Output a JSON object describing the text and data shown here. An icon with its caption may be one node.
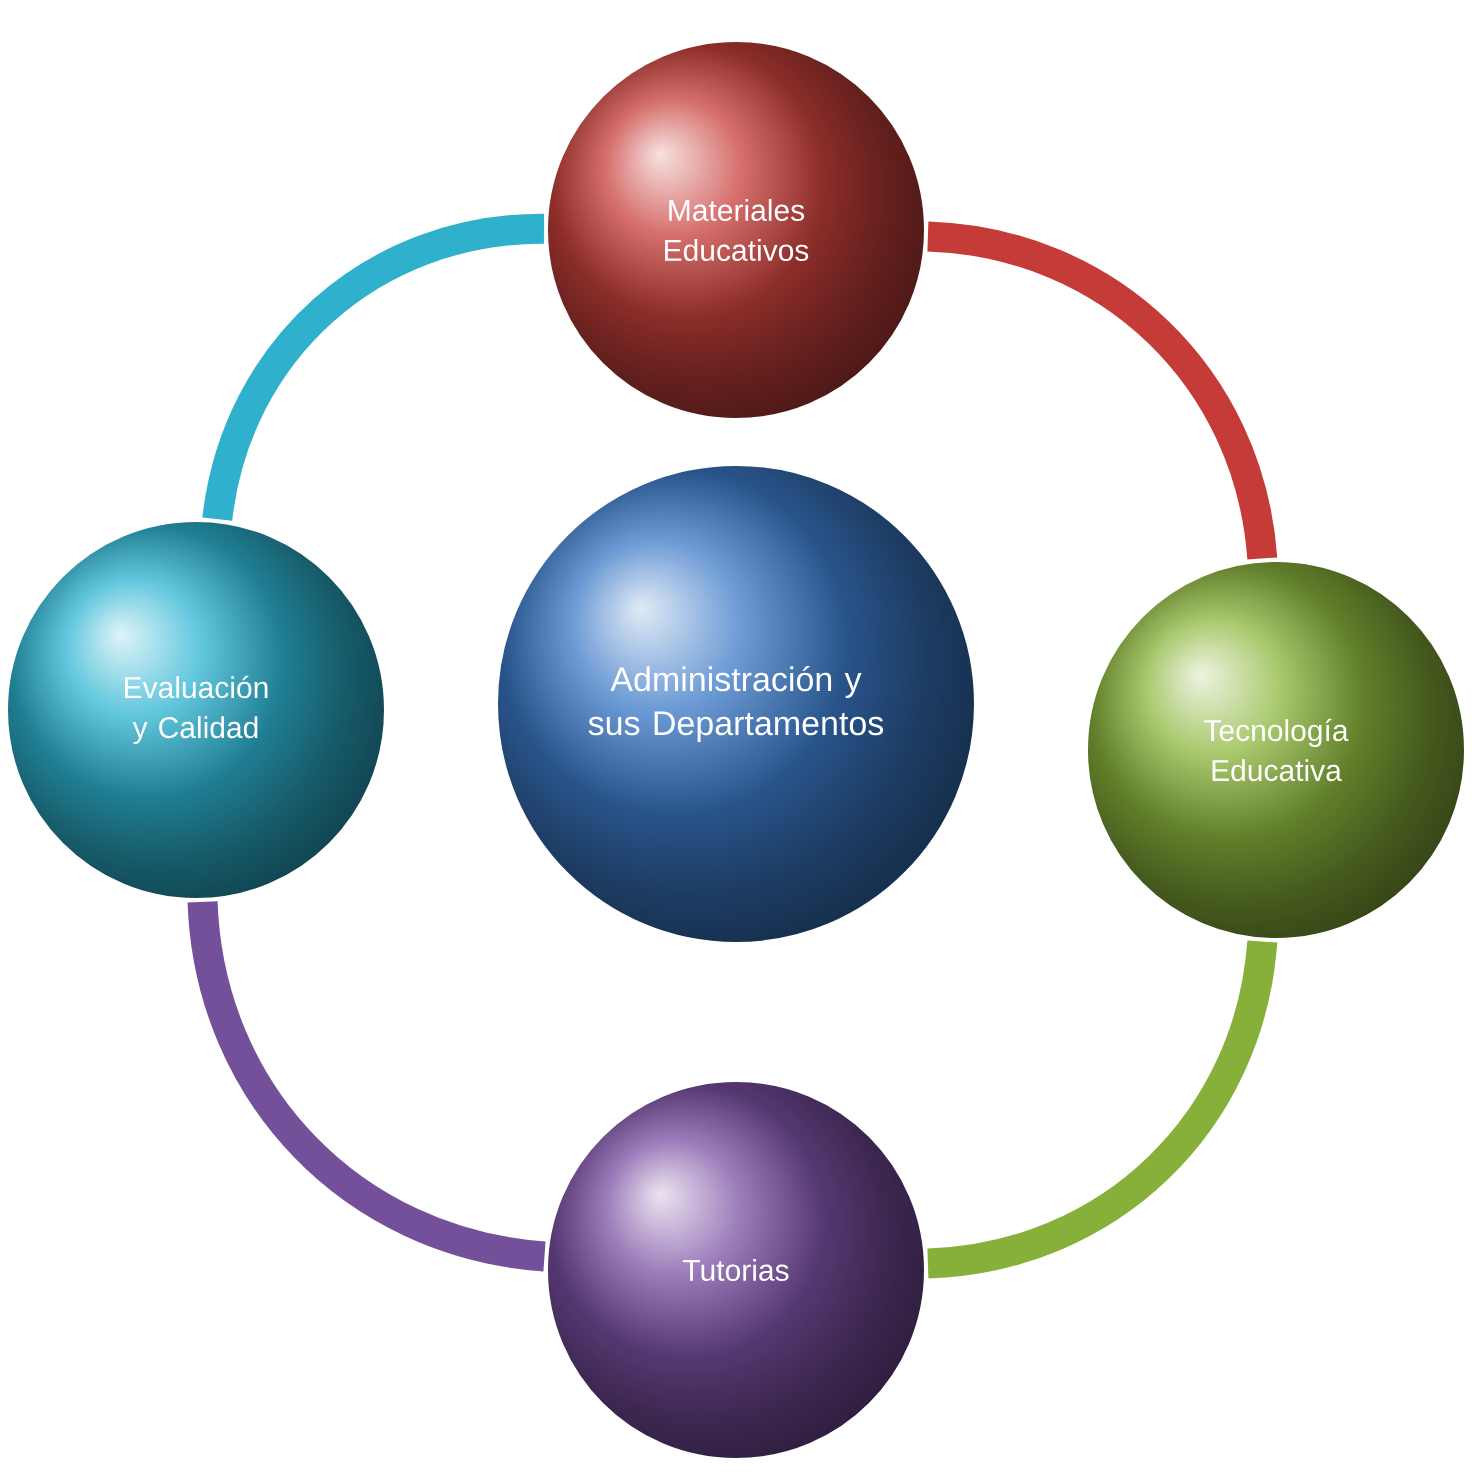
{
  "diagram": {
    "nodes": [
      {
        "text": [
          "Materiales Educativos"
        ]
      },
      {
        "text": [
          "Evaluación y Calidad"
        ]
      },
      {
        "text": [
          "Administración y sus Departamentos"
        ]
      },
      {
        "text": [
          "Tecnología Educativa"
        ]
      },
      {
        "text": [
          "Tutorias"
        ]
      }
    ],
    "edges": [
      {
        "from": 0,
        "to": 3,
        "arrow": "none",
        "color": "#c43b37"
      },
      {
        "from": 3,
        "to": 4,
        "arrow": "none",
        "color": "#86b03a"
      },
      {
        "from": 4,
        "to": 1,
        "arrow": "none",
        "color": "#74509a"
      },
      {
        "from": 1,
        "to": 0,
        "arrow": "none",
        "color": "#2fb0cc"
      }
    ]
  }
}
